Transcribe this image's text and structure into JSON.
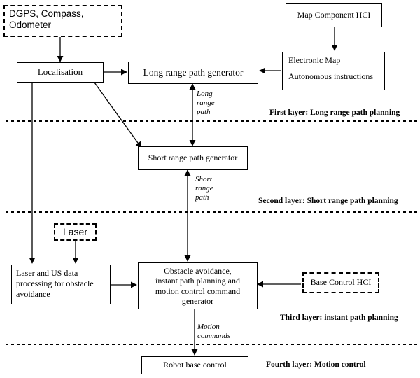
{
  "nodes": {
    "dgps": {
      "lines": [
        "DGPS, Compass,",
        "Odometer"
      ]
    },
    "map_hci": {
      "label": "Map Component HCI"
    },
    "localisation": {
      "label": "Localisation"
    },
    "long_range": {
      "label": "Long range path generator"
    },
    "electronic_map": {
      "line1": "Electronic Map",
      "line2": "Autonomous instructions"
    },
    "short_range": {
      "label": "Short range path generator"
    },
    "laser": {
      "label": "Laser"
    },
    "laser_us": {
      "lines": [
        "Laser and US data",
        "processing for obstacle",
        "avoidance"
      ]
    },
    "obstacle": {
      "lines": [
        "Obstacle avoidance,",
        "instant path planning and",
        "motion control command",
        "generator"
      ]
    },
    "base_hci": {
      "label": "Base Control HCI"
    },
    "robot_base": {
      "label": "Robot base control"
    }
  },
  "edge_labels": {
    "long_range_path": [
      "Long",
      "range",
      "path"
    ],
    "short_range_path": [
      "Short",
      "range",
      "path"
    ],
    "motion_commands": [
      "Motion",
      "commands"
    ]
  },
  "layers": {
    "first": "First layer: Long range path planning",
    "second": "Second layer: Short range path planning",
    "third": "Third layer: instant path planning",
    "fourth": "Fourth layer:  Motion control"
  }
}
